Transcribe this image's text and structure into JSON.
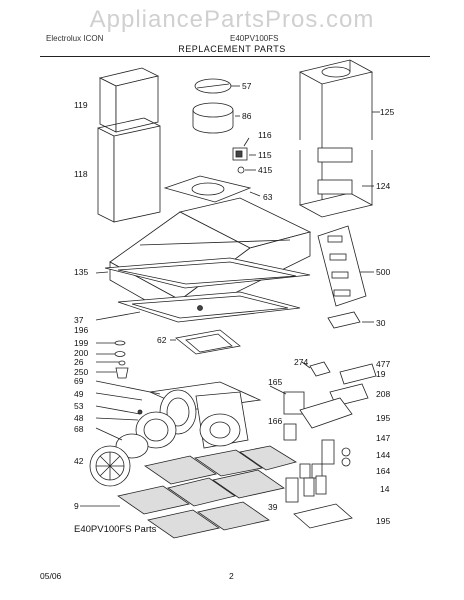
{
  "watermark": "AppliancePartsPros.com",
  "header": {
    "left_text": "Electrolux ICON",
    "model_text": "E40PV100FS",
    "title": "REPLACEMENT PARTS"
  },
  "parts": {
    "p57": "57",
    "p119": "119",
    "p86": "86",
    "p125": "125",
    "p116": "116",
    "p115": "115",
    "p415": "415",
    "p118": "118",
    "p63": "63",
    "p124": "124",
    "p500": "500",
    "p135": "135",
    "p37": "37",
    "p196": "196",
    "p30": "30",
    "p62": "62",
    "p199": "199",
    "p200": "200",
    "p26": "26",
    "p250": "250",
    "p274": "274",
    "p477": "477",
    "p19": "19",
    "p69": "69",
    "p165": "165",
    "p208": "208",
    "p49": "49",
    "p53": "53",
    "p48": "48",
    "p195a": "195",
    "p68": "68",
    "p166": "166",
    "p147": "147",
    "p144": "144",
    "p42": "42",
    "p164": "164",
    "p14": "14",
    "p9": "9",
    "p39": "39",
    "p195b": "195"
  },
  "caption": "E40PV100FS Parts",
  "footer": {
    "date": "05/06",
    "page": "2"
  }
}
